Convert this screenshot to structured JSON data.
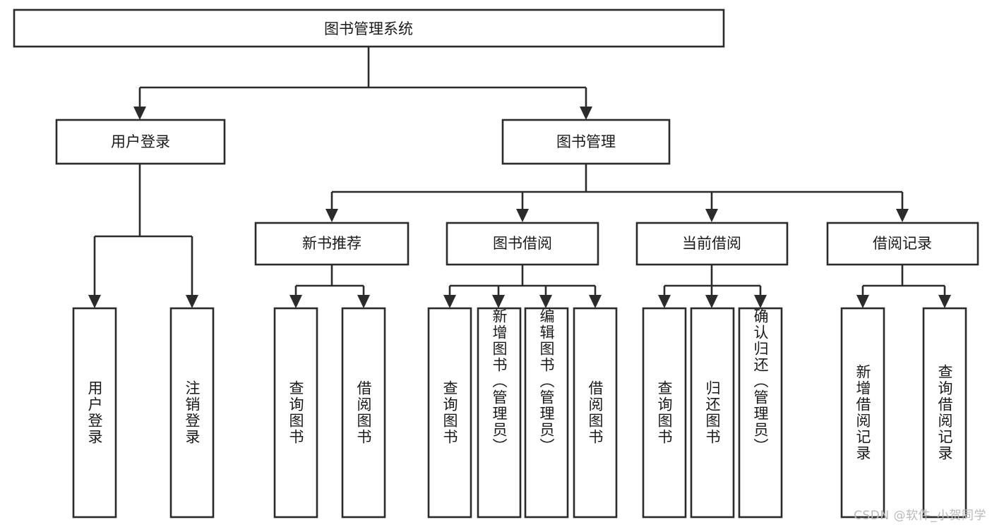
{
  "diagram": {
    "type": "tree-hierarchy",
    "title": "图书管理系统",
    "orientation": "top-down",
    "colors": {
      "box_stroke": "#2b2b2b",
      "box_fill": "#ffffff",
      "text": "#1a1a1a",
      "connector": "#2b2b2b",
      "watermark": "#b9b9b9",
      "background": "#ffffff"
    },
    "root": {
      "label": "图书管理系统"
    },
    "level2": [
      {
        "label": "用户登录"
      },
      {
        "label": "图书管理"
      }
    ],
    "level3": [
      {
        "label": "新书推荐"
      },
      {
        "label": "图书借阅"
      },
      {
        "label": "当前借阅"
      },
      {
        "label": "借阅记录"
      }
    ],
    "leaves": {
      "user_login": [
        {
          "label": "用户登录"
        },
        {
          "label": "注销登录"
        }
      ],
      "new_book_recommend": [
        {
          "label": "查询图书"
        },
        {
          "label": "借阅图书"
        }
      ],
      "book_borrow": [
        {
          "label": "查询图书"
        },
        {
          "label": "新增图书（管理员）"
        },
        {
          "label": "编辑图书（管理员）"
        },
        {
          "label": "借阅图书"
        }
      ],
      "current_borrow": [
        {
          "label": "查询图书"
        },
        {
          "label": "归还图书"
        },
        {
          "label": "确认归还（管理员）"
        }
      ],
      "borrow_records": [
        {
          "label": "新增借阅记录"
        },
        {
          "label": "查询借阅记录"
        }
      ]
    }
  },
  "watermark": {
    "text": "CSDN @软件_小贺同学"
  }
}
